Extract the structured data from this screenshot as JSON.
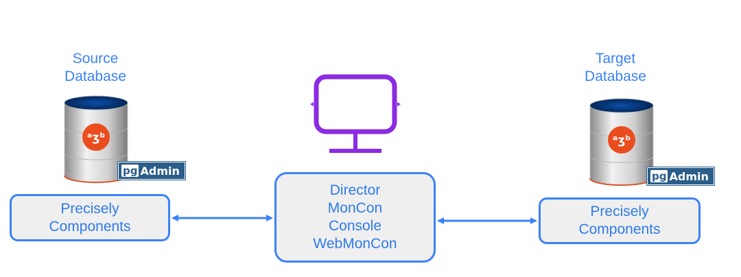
{
  "source": {
    "label_line1": "Source",
    "label_line2": "Database",
    "pgadmin_mark": "pg",
    "pgadmin_text": "Admin"
  },
  "target": {
    "label_line1": "Target",
    "label_line2": "Database",
    "pgadmin_mark": "pg",
    "pgadmin_text": "Admin"
  },
  "left_component": {
    "line1": "Precisely",
    "line2": "Components"
  },
  "right_component": {
    "line1": "Precisely",
    "line2": "Components"
  },
  "center_component": {
    "lines": [
      "Director",
      "MonCon",
      "Console",
      "WebMonCon"
    ]
  },
  "colors": {
    "accent": "#3b82f6",
    "monitor": "#8b2be2",
    "box_fill": "#efefef",
    "pgadmin": "#2b5d8a",
    "db_logo": "#ea4c1e"
  },
  "icons": {
    "database": "database-cylinder-icon",
    "monitor": "monitor-icon",
    "logo": "edb-elephant-logo-icon"
  }
}
